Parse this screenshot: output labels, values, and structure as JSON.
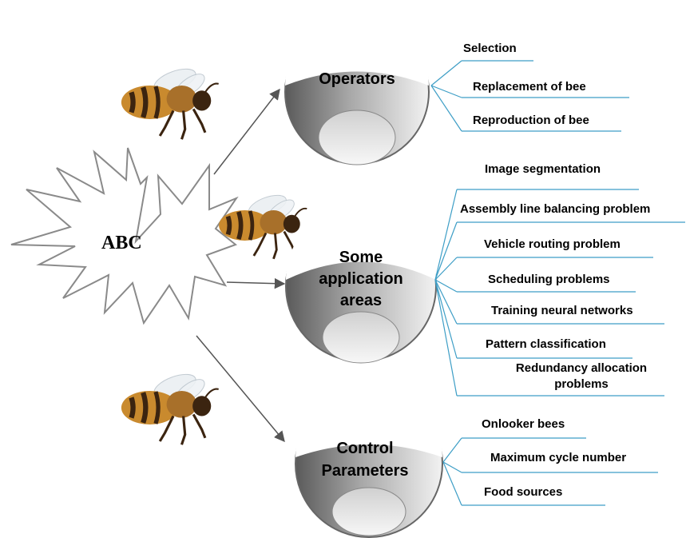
{
  "center": {
    "label": "ABC"
  },
  "nodes": {
    "operators": {
      "title": "Operators",
      "items": [
        "Selection",
        "Replacement of bee",
        "Reproduction of bee"
      ]
    },
    "applications": {
      "title_lines": [
        "Some",
        "application",
        "areas"
      ],
      "items": [
        "Image segmentation",
        "Assembly line balancing problem",
        "Vehicle routing problem",
        "Scheduling problems",
        "Training neural networks",
        "Pattern classification"
      ],
      "last_item_lines": [
        "Redundancy allocation",
        "problems"
      ]
    },
    "control": {
      "title_lines": [
        "Control",
        "Parameters"
      ],
      "items": [
        "Onlooker bees",
        "Maximum cycle number",
        "Food sources"
      ]
    }
  },
  "colors": {
    "branch_line": "#3d9ec6",
    "arrow": "#555555",
    "star_stroke": "#8a8a8a",
    "bee_body": "#c98a2e",
    "bee_stripe": "#3b2410"
  },
  "icons": [
    "bee-icon",
    "starburst-shape",
    "arrow"
  ]
}
